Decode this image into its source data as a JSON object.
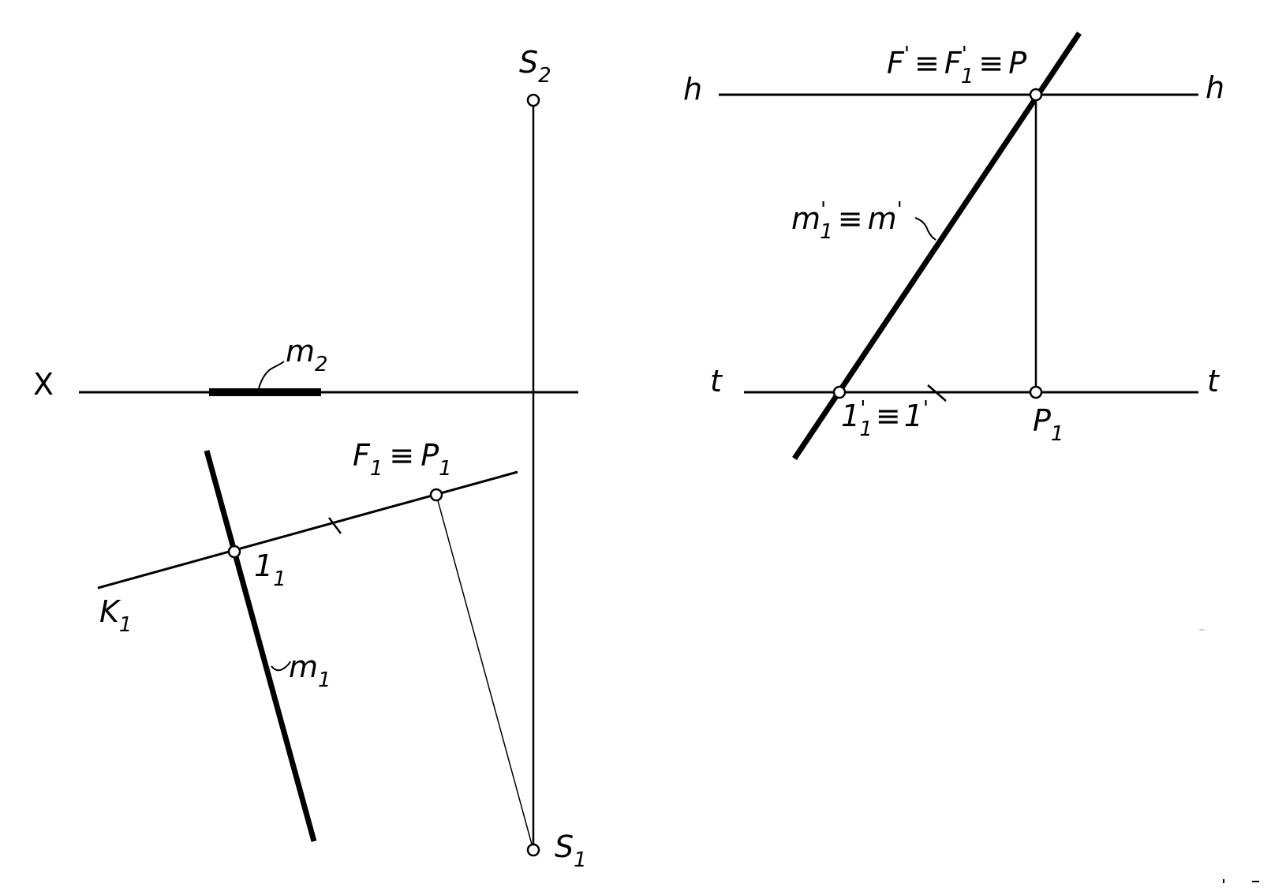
{
  "colors": {
    "ink": "#000000",
    "paper": "#ffffff"
  },
  "labels": {
    "x_axis": "X",
    "m2": {
      "base": "m",
      "sub": "2"
    },
    "s2": {
      "base": "S",
      "sub": "2"
    },
    "s1": {
      "base": "S",
      "sub": "1"
    },
    "k1": {
      "base": "K",
      "sub": "1"
    },
    "m1": {
      "base": "m",
      "sub": "1"
    },
    "one1": {
      "base": "1",
      "sub": "1"
    },
    "f1p1": {
      "f": "F",
      "f_sub": "1",
      "eq": "≡",
      "p": "P",
      "p_sub": "1"
    },
    "h_left": "h",
    "h_right": "h",
    "t_left": "t",
    "t_right": "t",
    "fp_top": {
      "f": "F",
      "prime": "'",
      "eq1": "≡",
      "f1": "F",
      "f1_sub": "1",
      "eq2": "≡",
      "p": "P"
    },
    "m1m_prime": {
      "m1": "m",
      "m1_sub": "1",
      "prime": "'",
      "eq": "≡",
      "m": "m"
    },
    "one_prime": {
      "one1": "1",
      "one1_sub": "1",
      "prime": "'",
      "eq": "≡",
      "one": "1"
    },
    "p1_right": {
      "base": "P",
      "sub": "1"
    }
  }
}
